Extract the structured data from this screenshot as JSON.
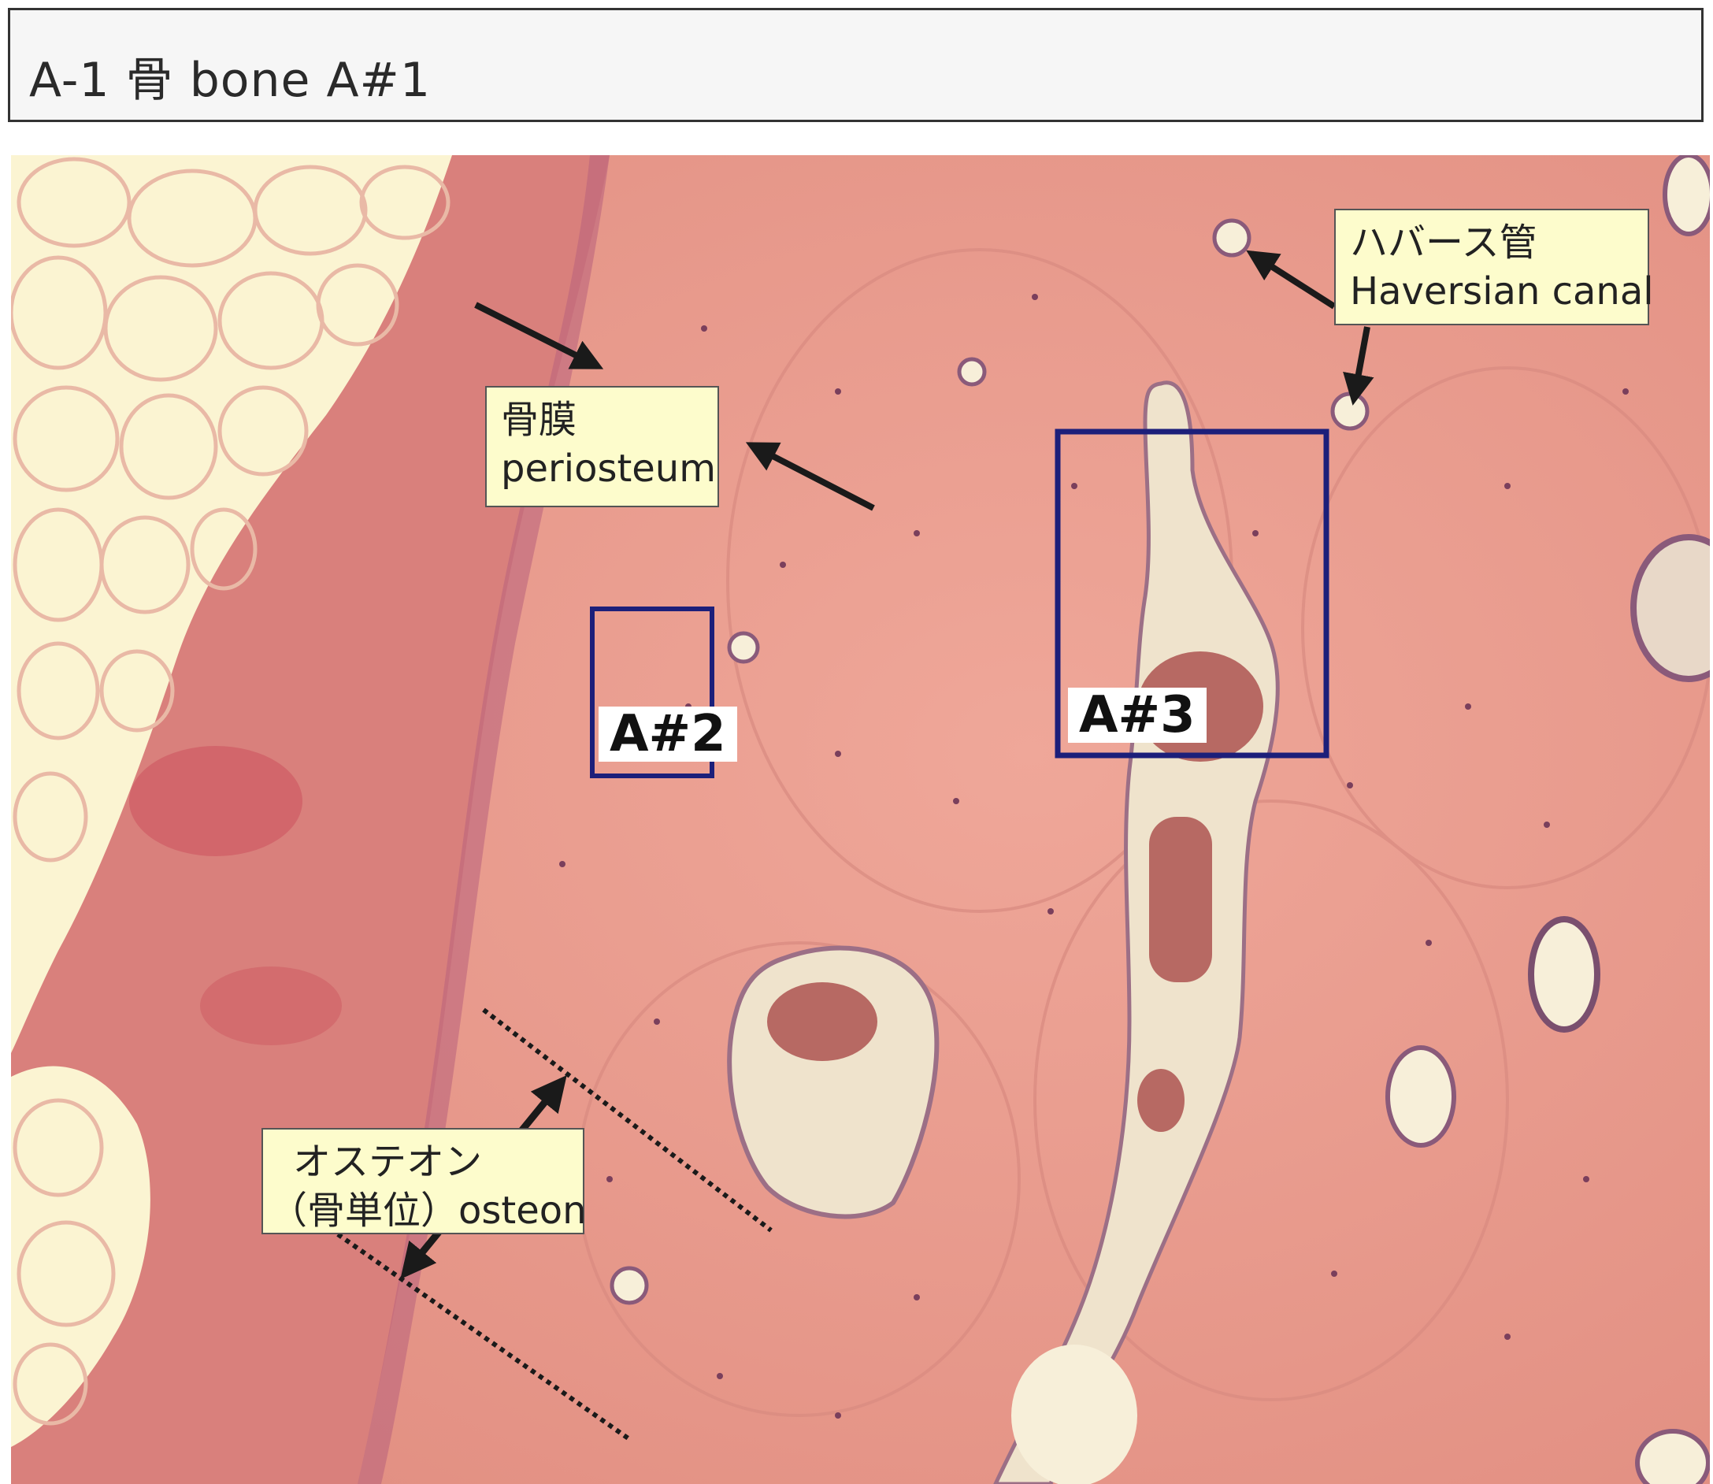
{
  "title": "A-1 骨 bone A#1",
  "labels": {
    "periosteum": {
      "ja": "骨膜",
      "en": "periosteum"
    },
    "haversian": {
      "ja": "ハバース管",
      "en": "Haversian canal"
    },
    "osteon": {
      "ja": "オステオン",
      "en": "（骨単位）osteon"
    }
  },
  "regions": {
    "a2": "A#2",
    "a3": "A#3"
  },
  "colors": {
    "bone": "#e99a8a",
    "fat": "#fbf4d2",
    "tissue": "#d97a7a",
    "box_outline": "#1c1f7a",
    "label_bg": "#fdfccc"
  }
}
